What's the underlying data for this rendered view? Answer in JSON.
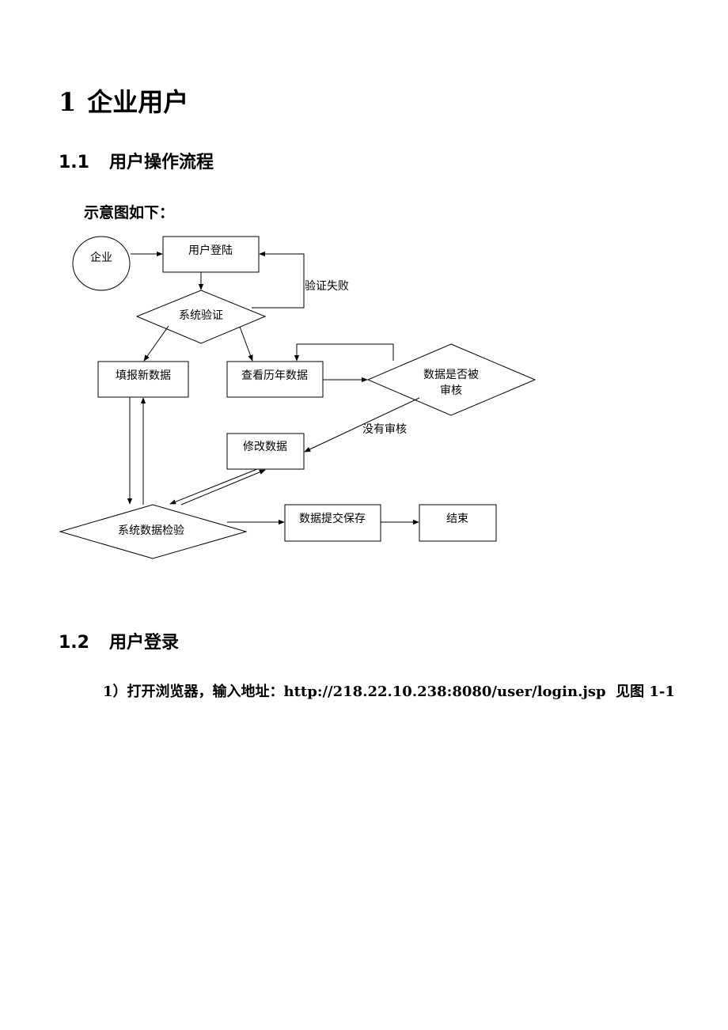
{
  "section": {
    "number": "1",
    "title": "企业用户"
  },
  "subsections": [
    {
      "number": "1.1",
      "title": "用户操作流程"
    },
    {
      "number": "1.2",
      "title": "用户登录"
    }
  ],
  "intro_text": "示意图如下：",
  "flowchart": {
    "start": "企业",
    "login": "用户登陆",
    "verify_fail": "验证失败",
    "system_verify": "系统验证",
    "fill_new": "填报新数据",
    "view_history": "查看历年数据",
    "reviewed_q_line1": "数据是否被",
    "reviewed_q_line2": "审核",
    "not_reviewed": "没有审核",
    "modify": "修改数据",
    "system_check": "系统数据检验",
    "submit_save": "数据提交保存",
    "end": "结束"
  },
  "step1": {
    "prefix": "1）打开浏览器，输入地址：",
    "url": "http://218.22.10.238:8080/user/login.jsp",
    "suffix": "见图 1-1"
  }
}
